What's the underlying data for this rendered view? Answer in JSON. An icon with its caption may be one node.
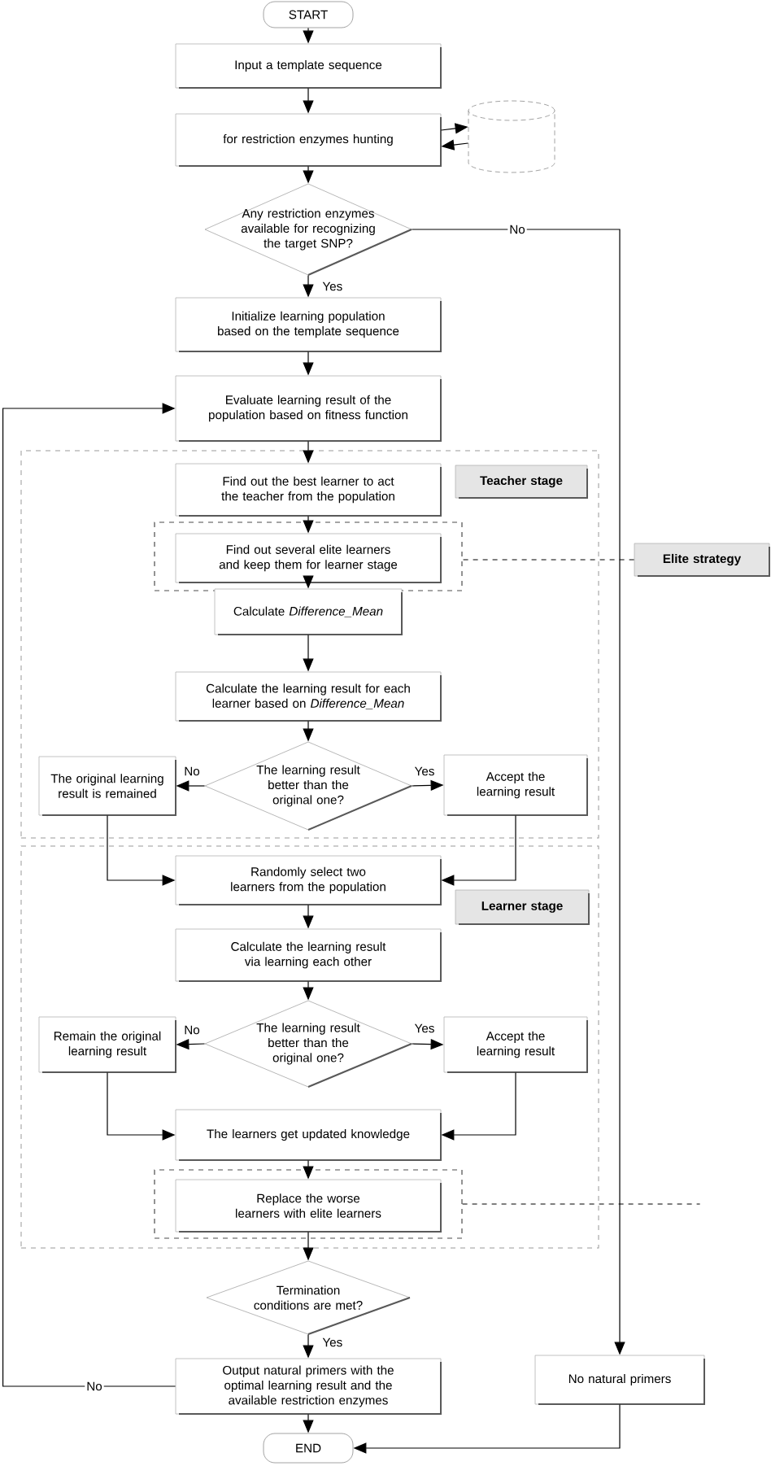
{
  "diagram": {
    "nodes": [
      {
        "text": [
          "START"
        ]
      },
      {
        "text": [
          "Input a template sequence"
        ]
      },
      {
        "text": [
          "for restriction enzymes hunting"
        ]
      },
      {
        "text": [],
        "shape": "cylinder"
      },
      {
        "text": [
          "Any restriction enzymes available for recognizing the target SNP?"
        ]
      },
      {
        "text": [
          "Initialize learning population based on the template sequence"
        ]
      },
      {
        "text": [
          "Evaluate learning result of the population based on fitness function"
        ]
      },
      {
        "text": [],
        "shape": "box"
      },
      {
        "text": [
          "Teacher stage"
        ],
        "in": 7
      },
      {
        "text": [
          "Find out the best learner to act the teacher from the population"
        ],
        "in": 7
      },
      {
        "text": [],
        "shape": "box",
        "in": 7
      },
      {
        "text": [
          "Find out several elite learners and keep them for learner stage"
        ],
        "in": 10
      },
      {
        "text": [
          "Calculate *Difference_Mean*"
        ],
        "in": 7
      },
      {
        "text": [
          "Calculate the learning result for each learner based on *Difference_Mean*"
        ],
        "in": 7
      },
      {
        "text": [
          "The learning result better than the original one?"
        ],
        "in": 7
      },
      {
        "text": [
          "The original learning result is remained"
        ],
        "in": 7
      },
      {
        "text": [
          "Accept the learning result"
        ],
        "in": 7
      },
      {
        "text": [],
        "shape": "box"
      },
      {
        "text": [
          "Randomly select two learners from the population"
        ],
        "in": 17
      },
      {
        "text": [
          "Learner stage"
        ],
        "in": 17
      },
      {
        "text": [
          "Calculate the learning result via learning each other"
        ],
        "in": 17
      },
      {
        "text": [
          "The learning result better than the original one?"
        ],
        "in": 17
      },
      {
        "text": [
          "Remain the original learning result"
        ],
        "in": 17
      },
      {
        "text": [
          "Accept the learning result"
        ],
        "in": 17
      },
      {
        "text": [
          "The learners get updated knowledge"
        ],
        "in": 17
      },
      {
        "text": [],
        "shape": "box",
        "in": 17
      },
      {
        "text": [
          "Replace the worse learners with elite learners"
        ],
        "in": 25
      },
      {
        "text": [
          "Termination conditions are met?"
        ]
      },
      {
        "text": [
          "Output natural primers with the optimal learning result and the available restriction enzymes"
        ]
      },
      {
        "text": [
          "No natural primers"
        ]
      },
      {
        "text": [
          "END"
        ]
      },
      {
        "text": [
          "Elite strategy"
        ]
      }
    ],
    "edges": [
      {
        "from": 0,
        "to": 1,
        "arrow": "to"
      },
      {
        "from": 1,
        "to": 2,
        "arrow": "to"
      },
      {
        "from": 2,
        "to": 3,
        "arrow": "to"
      },
      {
        "from": 3,
        "to": 2,
        "arrow": "to"
      },
      {
        "from": 2,
        "to": 4,
        "arrow": "to"
      },
      {
        "from": 4,
        "to": 5,
        "arrow": "to",
        "label": "Yes"
      },
      {
        "from": 4,
        "to": 29,
        "arrow": "to",
        "label": "No"
      },
      {
        "from": 5,
        "to": 6,
        "arrow": "to"
      },
      {
        "from": 6,
        "to": 9,
        "arrow": "to"
      },
      {
        "from": 9,
        "to": 11,
        "arrow": "to"
      },
      {
        "from": 11,
        "to": 12,
        "arrow": "to"
      },
      {
        "from": 12,
        "to": 13,
        "arrow": "to"
      },
      {
        "from": 13,
        "to": 14,
        "arrow": "to"
      },
      {
        "from": 14,
        "to": 15,
        "arrow": "to",
        "label": "No"
      },
      {
        "from": 14,
        "to": 16,
        "arrow": "to",
        "label": "Yes"
      },
      {
        "from": 15,
        "to": 18,
        "arrow": "to"
      },
      {
        "from": 16,
        "to": 18,
        "arrow": "to"
      },
      {
        "from": 18,
        "to": 20,
        "arrow": "to"
      },
      {
        "from": 20,
        "to": 21,
        "arrow": "to"
      },
      {
        "from": 21,
        "to": 22,
        "arrow": "to",
        "label": "No"
      },
      {
        "from": 21,
        "to": 23,
        "arrow": "to",
        "label": "Yes"
      },
      {
        "from": 22,
        "to": 24,
        "arrow": "to"
      },
      {
        "from": 23,
        "to": 24,
        "arrow": "to"
      },
      {
        "from": 24,
        "to": 26,
        "arrow": "to"
      },
      {
        "from": 26,
        "to": 27,
        "arrow": "to"
      },
      {
        "from": 27,
        "to": 28,
        "arrow": "to",
        "label": "Yes"
      },
      {
        "from": 28,
        "to": 6,
        "arrow": "to",
        "label": "No"
      },
      {
        "from": 28,
        "to": 30,
        "arrow": "to"
      },
      {
        "from": 29,
        "to": 30,
        "arrow": "to"
      },
      {
        "from": 31,
        "to": 10,
        "arrow": "none",
        "style": "dashed"
      },
      {
        "from": 25,
        "to": null,
        "arrow": "none",
        "style": "dashed"
      }
    ]
  }
}
